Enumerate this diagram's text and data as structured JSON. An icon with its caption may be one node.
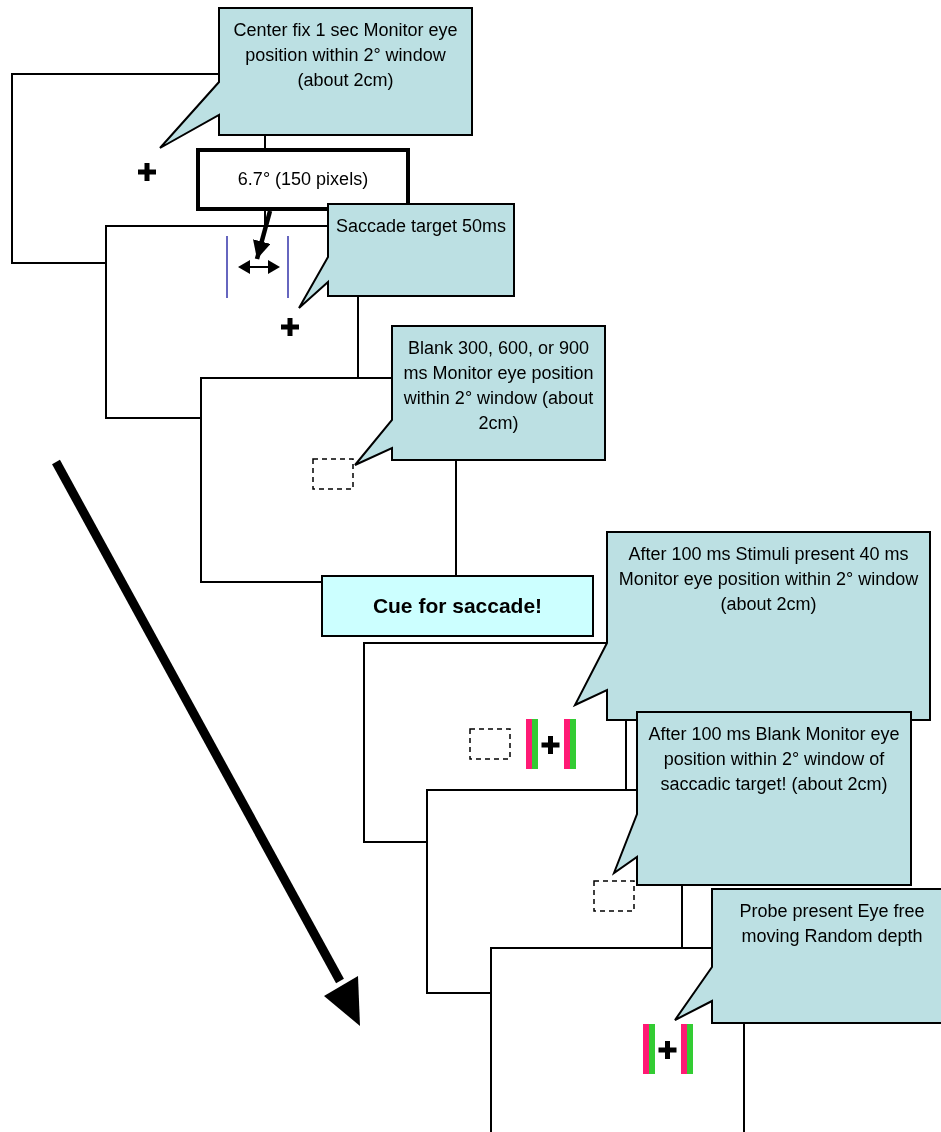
{
  "diagram": {
    "nodes": [
      {
        "text": [
          "Center fix 1 sec Monitor eye position within 2° window (about 2cm)"
        ]
      },
      {
        "text": [
          "6.7° (150 pixels)"
        ]
      },
      {
        "text": [
          "Saccade target 50ms"
        ]
      },
      {
        "text": [
          "Blank 300, 600, or 900 ms Monitor eye position within 2° window (about 2cm)"
        ]
      },
      {
        "text": [
          "Cue for saccade!"
        ]
      },
      {
        "text": [
          "After 100 ms Stimuli present 40 ms Monitor eye position within 2° window (about 2cm)"
        ]
      },
      {
        "text": [
          "After 100 ms Blank Monitor eye position within 2° window of saccadic target! (about 2cm)"
        ]
      },
      {
        "text": [
          "Probe present Eye free moving Random depth"
        ]
      },
      {
        "text": [],
        "shape": "arrow"
      }
    ],
    "edges": [
      {
        "from": 1,
        "to": 8,
        "arrow": "to"
      }
    ]
  }
}
